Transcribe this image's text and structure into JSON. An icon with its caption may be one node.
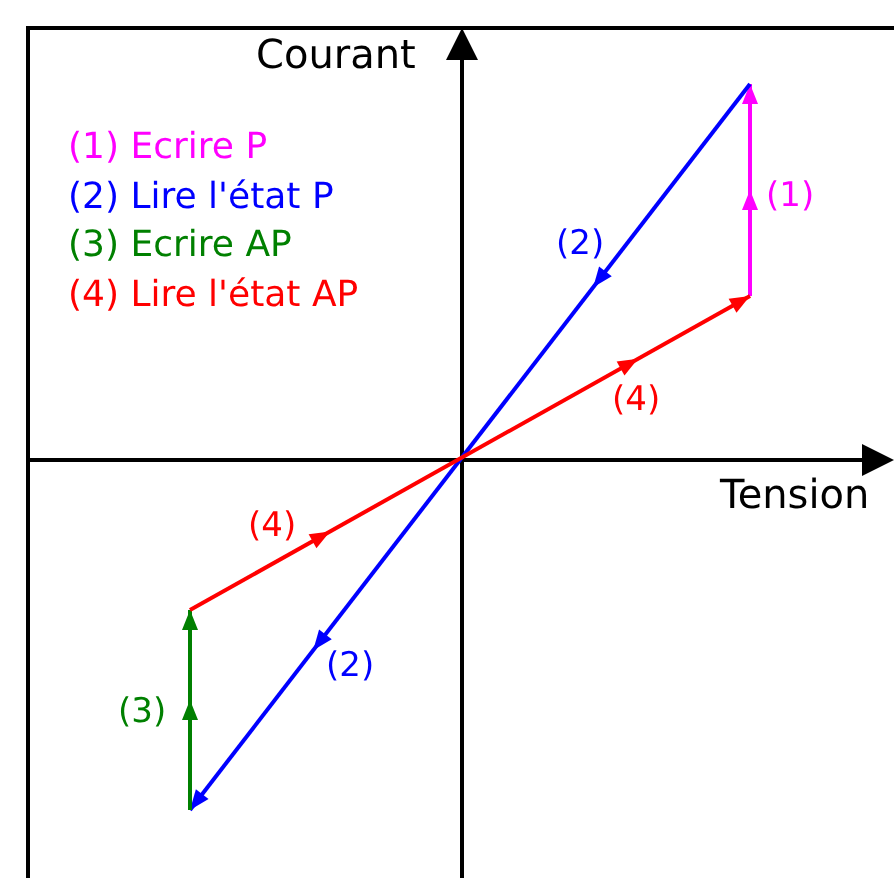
{
  "diagram": {
    "labels": [
      "Courant",
      "Tension",
      "(1)",
      "(2)",
      "(4)",
      "(4)",
      "(2)",
      "(3)"
    ],
    "legend": [
      {
        "text": "(1) Ecrire P",
        "color": "#ff00ff"
      },
      {
        "text": "(2) Lire l'état P",
        "color": "#0000ff"
      },
      {
        "text": "(3) Ecrire AP",
        "color": "#008000"
      },
      {
        "text": "(4) Lire l'état AP",
        "color": "#ff0000"
      }
    ]
  }
}
